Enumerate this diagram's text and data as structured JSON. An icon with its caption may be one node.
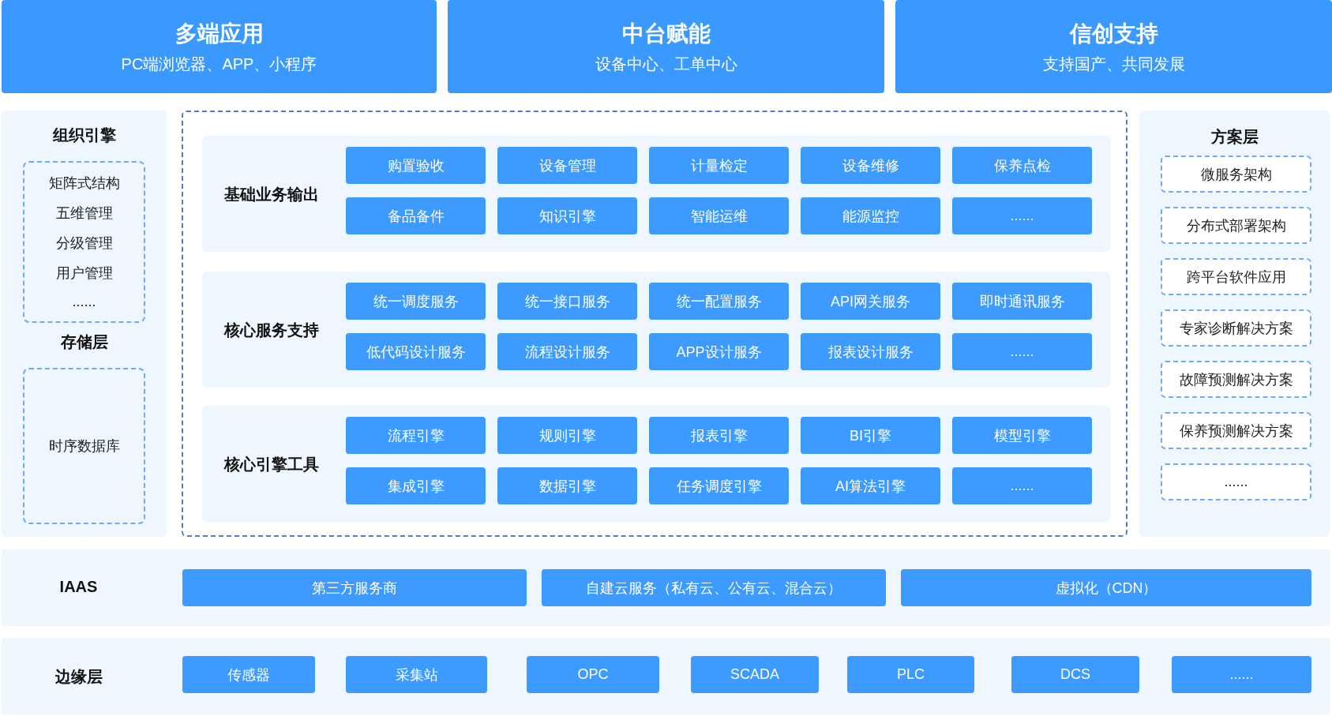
{
  "diagram": {
    "nodes": [
      {
        "text": [
          "多端应用",
          "PC端浏览器、APP、小程序"
        ]
      },
      {
        "text": [
          "中台赋能",
          "设备中心、工单中心"
        ]
      },
      {
        "text": [
          "信创支持",
          "支持国产、共同发展"
        ]
      },
      {
        "text": [],
        "shape": "box"
      },
      {
        "text": [
          "组织引擎",
          "矩阵式结构",
          "五维管理",
          "分级管理",
          "用户管理",
          "......"
        ],
        "in": 3
      },
      {
        "text": [
          "存储层",
          "时序数据库"
        ],
        "in": 3
      },
      {
        "text": [],
        "shape": "box"
      },
      {
        "text": [
          "基础业务输出"
        ],
        "in": 6
      },
      {
        "text": [
          "购置验收"
        ],
        "in": 7
      },
      {
        "text": [
          "设备管理"
        ],
        "in": 7
      },
      {
        "text": [
          "计量检定"
        ],
        "in": 7
      },
      {
        "text": [
          "设备维修"
        ],
        "in": 7
      },
      {
        "text": [
          "保养点检"
        ],
        "in": 7
      },
      {
        "text": [
          "备品备件"
        ],
        "in": 7
      },
      {
        "text": [
          "知识引擎"
        ],
        "in": 7
      },
      {
        "text": [
          "智能运维"
        ],
        "in": 7
      },
      {
        "text": [
          "能源监控"
        ],
        "in": 7
      },
      {
        "text": [
          "......"
        ],
        "in": 7
      },
      {
        "text": [
          "核心服务支持"
        ],
        "in": 6
      },
      {
        "text": [
          "统一调度服务"
        ],
        "in": 18
      },
      {
        "text": [
          "统一接口服务"
        ],
        "in": 18
      },
      {
        "text": [
          "统一配置服务"
        ],
        "in": 18
      },
      {
        "text": [
          "API网关服务"
        ],
        "in": 18
      },
      {
        "text": [
          "即时通讯服务"
        ],
        "in": 18
      },
      {
        "text": [
          "低代码设计服务"
        ],
        "in": 18
      },
      {
        "text": [
          "流程设计服务"
        ],
        "in": 18
      },
      {
        "text": [
          "APP设计服务"
        ],
        "in": 18
      },
      {
        "text": [
          "报表设计服务"
        ],
        "in": 18
      },
      {
        "text": [
          "......"
        ],
        "in": 18
      },
      {
        "text": [
          "核心引擎工具"
        ],
        "in": 6
      },
      {
        "text": [
          "流程引擎"
        ],
        "in": 29
      },
      {
        "text": [
          "规则引擎"
        ],
        "in": 29
      },
      {
        "text": [
          "报表引擎"
        ],
        "in": 29
      },
      {
        "text": [
          "BI引擎"
        ],
        "in": 29
      },
      {
        "text": [
          "模型引擎"
        ],
        "in": 29
      },
      {
        "text": [
          "集成引擎"
        ],
        "in": 29
      },
      {
        "text": [
          "数据引擎"
        ],
        "in": 29
      },
      {
        "text": [
          "任务调度引擎"
        ],
        "in": 29
      },
      {
        "text": [
          "AI算法引擎"
        ],
        "in": 29
      },
      {
        "text": [
          "......"
        ],
        "in": 29
      },
      {
        "text": [
          "方案层"
        ]
      },
      {
        "text": [
          "微服务架构"
        ],
        "in": 40
      },
      {
        "text": [
          "分布式部署架构"
        ],
        "in": 40
      },
      {
        "text": [
          "跨平台软件应用"
        ],
        "in": 40
      },
      {
        "text": [
          "专家诊断解决方案"
        ],
        "in": 40
      },
      {
        "text": [
          "故障预测解决方案"
        ],
        "in": 40
      },
      {
        "text": [
          "保养预测解决方案"
        ],
        "in": 40
      },
      {
        "text": [
          "......"
        ],
        "in": 40
      },
      {
        "text": [
          "IAAS"
        ]
      },
      {
        "text": [
          "第三方服务商"
        ],
        "in": 48
      },
      {
        "text": [
          "自建云服务（私有云、公有云、混合云）"
        ],
        "in": 48
      },
      {
        "text": [
          "虚拟化（CDN）"
        ],
        "in": 48
      },
      {
        "text": [
          "边缘层"
        ]
      },
      {
        "text": [
          "传感器"
        ],
        "in": 52
      },
      {
        "text": [
          "采集站"
        ],
        "in": 52
      },
      {
        "text": [
          "OPC"
        ],
        "in": 52
      },
      {
        "text": [
          "SCADA"
        ],
        "in": 52
      },
      {
        "text": [
          "PLC"
        ],
        "in": 52
      },
      {
        "text": [
          "DCS"
        ],
        "in": 52
      },
      {
        "text": [
          "......"
        ],
        "in": 52
      }
    ]
  }
}
